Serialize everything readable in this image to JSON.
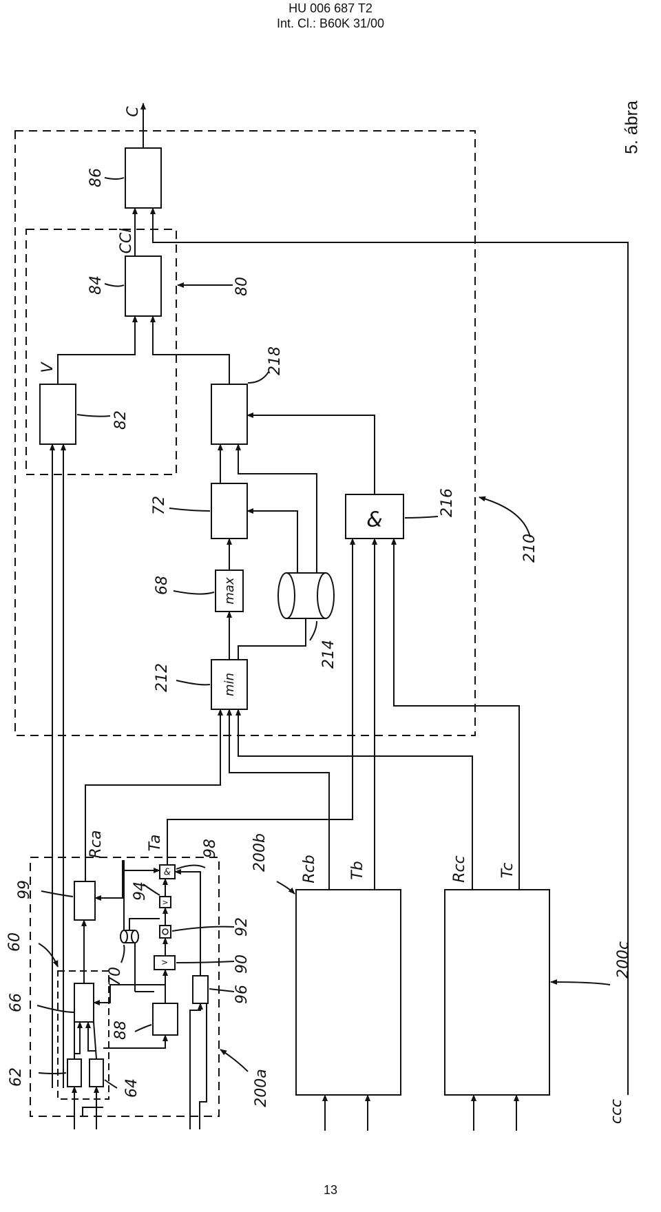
{
  "header": {
    "line1": "HU 006 687 T2",
    "line2": "Int. Cl.: B60K 31/00"
  },
  "figure_label": "5. ábra",
  "page_number": "13",
  "ref_numbers": {
    "n86": "86",
    "n84": "84",
    "n80": "80",
    "n82": "82",
    "n218": "218",
    "n72": "72",
    "n68": "68",
    "n212": "212",
    "n214": "214",
    "n216": "216",
    "n210": "210",
    "n60": "60",
    "n66": "66",
    "n62": "62",
    "n64": "64",
    "n99": "99",
    "n94": "94",
    "n92": "92",
    "n90": "90",
    "n96": "96",
    "n88": "88",
    "n70": "70",
    "n98": "98",
    "n200a": "200a",
    "n200b": "200b",
    "n200c": "200c"
  },
  "signals": {
    "C": "C",
    "CCl": "CCl",
    "V": "V",
    "Rca": "Rca",
    "Ta": "Ta",
    "Rcb": "Rcb",
    "Tb": "Tb",
    "Rcc": "Rcc",
    "Tc": "Tc",
    "ccc": "ccc"
  },
  "block_text": {
    "max": "max",
    "min": "min",
    "and": "&"
  }
}
